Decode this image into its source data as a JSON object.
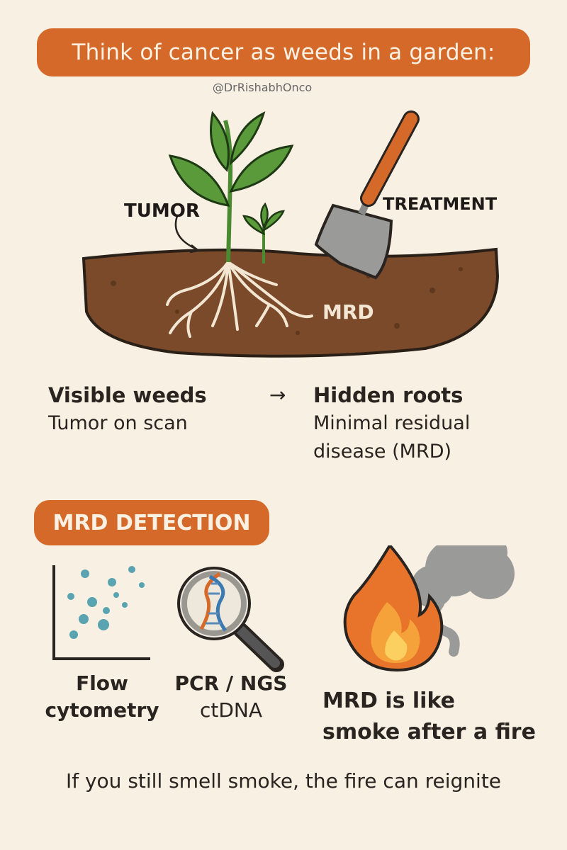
{
  "title": "Think of cancer as weeds in a garden:",
  "handle": "@DrRishabhOnco",
  "garden": {
    "tumor_label": "TUMOR",
    "treatment_label": "TREATMENT",
    "mrd_label": "MRD"
  },
  "comparison": {
    "left_head": "Visible weeds",
    "left_sub": "Tumor on scan",
    "arrow": "→",
    "right_head": "Hidden roots",
    "right_sub_line1": "Minimal residual",
    "right_sub_line2": "disease (MRD)"
  },
  "detection": {
    "heading": "MRD DETECTION",
    "flow_line1": "Flow",
    "flow_line2": "cytometry",
    "pcr_line1": "PCR / NGS",
    "pcr_line2": "ctDNA",
    "fire_line1": "MRD is like",
    "fire_line2": "smoke after a fire"
  },
  "footer": "If you still smell smoke, the fire can reignite",
  "colors": {
    "accent": "#d4692a",
    "background": "#f8f0e2",
    "soil": "#7a4a2a",
    "leaf": "#5a9a3a"
  }
}
